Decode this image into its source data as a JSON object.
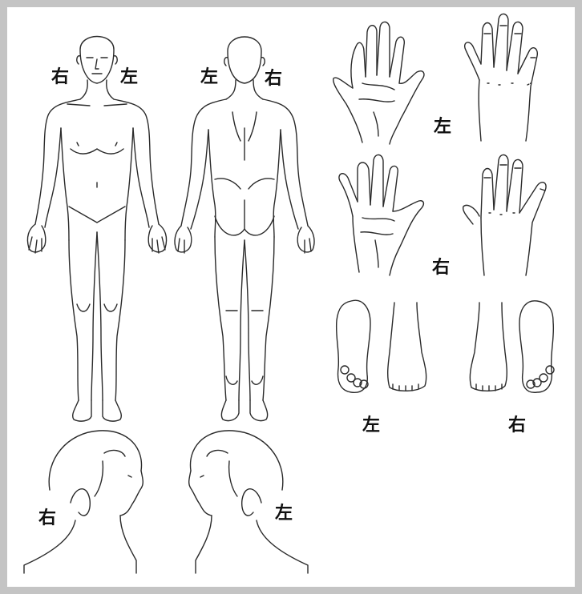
{
  "labels": {
    "front_body_right": "右",
    "front_body_left": "左",
    "back_body_left": "左",
    "back_body_right": "右",
    "hands_top": "左",
    "hands_bottom": "右",
    "feet_left": "左",
    "feet_right": "右",
    "head_right_profile": "右",
    "head_left_profile": "左"
  },
  "colors": {
    "frame_border": "#c4c4c4",
    "line": "#2a2a2a",
    "background": "#ffffff"
  }
}
